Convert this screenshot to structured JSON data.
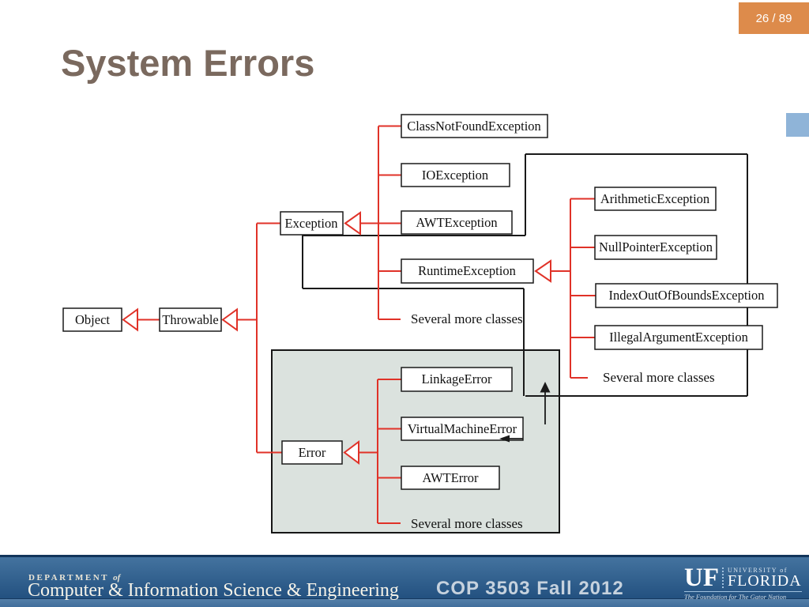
{
  "page": {
    "number_label": "26 / 89"
  },
  "title": "System Errors",
  "colors": {
    "badge_orange": "#dd8b4b",
    "side_tab_blue": "#8fb4d8",
    "title_brown": "#7a695e",
    "inheritance_red": "#e03228",
    "error_group_fill": "#dbe2de",
    "footer_blue_top": "#44739f",
    "footer_blue_bottom": "#235180"
  },
  "diagram": {
    "nodes": {
      "object": "Object",
      "throwable": "Throwable",
      "exception": "Exception",
      "class_not_found": "ClassNotFoundException",
      "io": "IOException",
      "awt_exception": "AWTException",
      "runtime": "RuntimeException",
      "arithmetic": "ArithmeticException",
      "null_pointer": "NullPointerException",
      "index_out_of_bounds": "IndexOutOfBoundsException",
      "illegal_argument": "IllegalArgumentException",
      "error": "Error",
      "linkage": "LinkageError",
      "virtual_machine": "VirtualMachineError",
      "awt_error": "AWTError"
    },
    "more_exception": "Several more classes",
    "more_runtime": "Several more classes",
    "more_error": "Several more classes",
    "relations": [
      {
        "parent": "Object",
        "children": [
          "Throwable"
        ]
      },
      {
        "parent": "Throwable",
        "children": [
          "Exception",
          "Error"
        ]
      },
      {
        "parent": "Exception",
        "children": [
          "ClassNotFoundException",
          "IOException",
          "AWTException",
          "RuntimeException",
          "Several more classes"
        ]
      },
      {
        "parent": "RuntimeException",
        "children": [
          "ArithmeticException",
          "NullPointerException",
          "IndexOutOfBoundsException",
          "IllegalArgumentException",
          "Several more classes"
        ]
      },
      {
        "parent": "Error",
        "children": [
          "LinkageError",
          "VirtualMachineError",
          "AWTError",
          "Several more classes"
        ]
      }
    ]
  },
  "footer": {
    "department_small": "DEPARTMENT",
    "department_of": "of",
    "department_name": "Computer & Information Science & Engineering",
    "course": "COP 3503 Fall 2012",
    "uf_monogram": "UF",
    "uf_university_of": "UNIVERSITY of",
    "uf_florida": "FLORIDA",
    "uf_tagline": "The Foundation for The Gator Nation"
  }
}
